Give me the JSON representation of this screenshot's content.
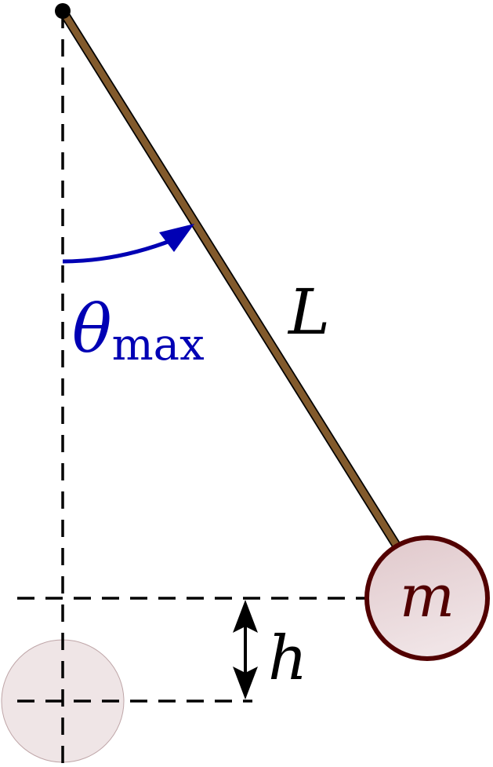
{
  "labels": {
    "angle_symbol": "θ",
    "angle_subscript": "max",
    "length": "L",
    "mass": "m",
    "height": "h"
  },
  "colors": {
    "rod": "#825a2c",
    "bob_stroke": "#520000",
    "bob_fill": "#e8d6d8",
    "ghost_fill": "#efe5e6",
    "angle": "#0000b4",
    "line": "#000000"
  }
}
